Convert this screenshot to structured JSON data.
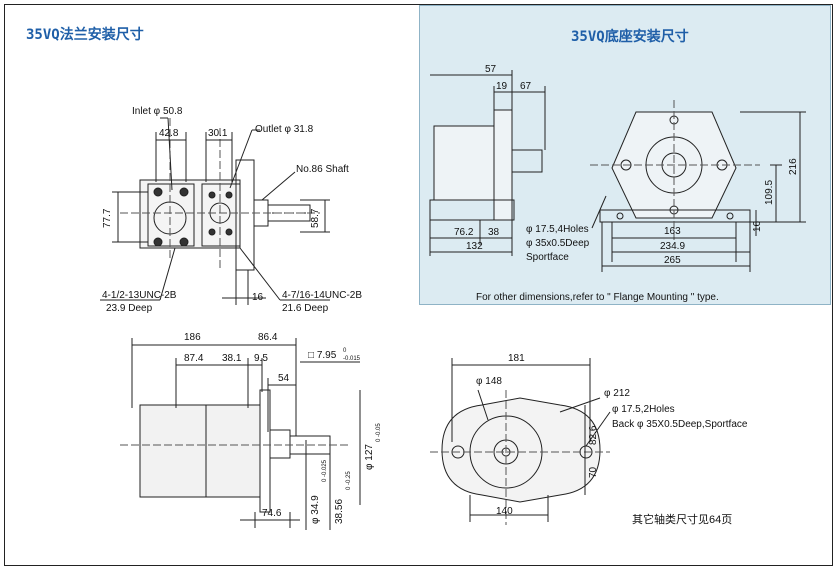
{
  "titles": {
    "flange": "35VQ法兰安装尺寸",
    "foot": "35VQ底座安装尺寸"
  },
  "flange_view": {
    "inlet": "Inlet φ 50.8",
    "outlet": "Outlet φ 31.8",
    "shaft": "No.86 Shaft",
    "d42_8": "42.8",
    "d30_1": "30.1",
    "d77_7": "77.7",
    "d58_7": "58.7",
    "d16": "16",
    "thread1": "4-1/2-13UNC-2B",
    "thread1_depth": "23.9 Deep",
    "thread2": "4-7/16-14UNC-2B",
    "thread2_depth": "21.6 Deep"
  },
  "side_view": {
    "d186": "186",
    "d86_4": "86.4",
    "d87_4": "87.4",
    "d38_1": "38.1",
    "d9_5": "9.5",
    "key": "□ 7.95",
    "key_tol_top": "0",
    "key_tol_bot": "-0.015",
    "d54": "54",
    "d34_9": "φ 34.9",
    "d34_9_tol": "0 -0.025",
    "d38_56": "38.56",
    "d38_56_tol": "0 -0.25",
    "d127": "φ 127",
    "d127_tol": "0 -0.05",
    "d74_6": "74.6"
  },
  "end_view": {
    "d181": "181",
    "d148": "φ 148",
    "d212": "φ 212",
    "holes": "φ 17.5,2Holes",
    "back": "Back φ 35X0.5Deep,Sportface",
    "d82_6": "82.6",
    "d70": "70",
    "d140": "140"
  },
  "foot_view": {
    "d57": "57",
    "d19": "19",
    "d67": "67",
    "d76_2": "76.2",
    "d38": "38",
    "d132": "132",
    "holes": "φ 17.5,4Holes",
    "spot": "φ 35x0.5Deep",
    "sportface": "Sportface",
    "d163": "163",
    "d234_9": "234.9",
    "d265": "265",
    "d216": "216",
    "d109_5": "109.5",
    "d16": "16",
    "note": "For other  dimensions,refer to \" Flange Mounting \" type."
  },
  "footer_note": "其它轴类尺寸见64页"
}
